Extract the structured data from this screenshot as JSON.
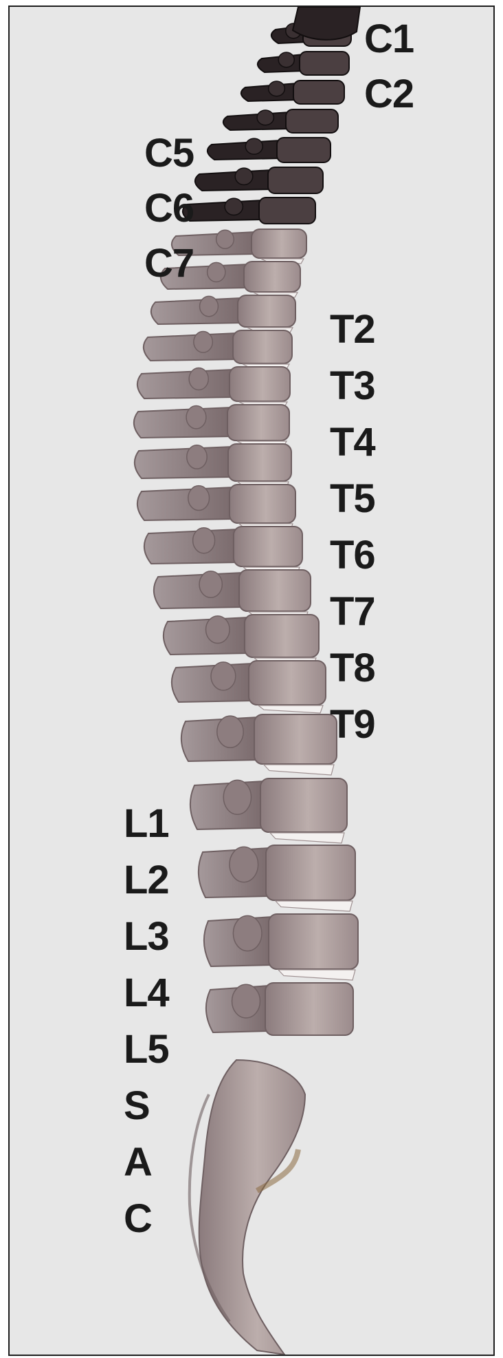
{
  "diagram": {
    "cervical_right_labels": [
      "C1",
      "C2"
    ],
    "cervical_left_labels": [
      "C5",
      "C6",
      "C7"
    ],
    "thoracic_labels": [
      "T2",
      "T3",
      "T4",
      "T5",
      "T6",
      "T7",
      "T8",
      "T9"
    ],
    "lower_labels": [
      "L1",
      "L2",
      "L3",
      "L4",
      "L5",
      "S",
      "A",
      "C"
    ]
  },
  "colors": {
    "background": "#e7e7e7",
    "border": "#1d1d1d",
    "bone": "#b9aaa9",
    "bone_shadow": "#6e5f61",
    "bone_dark": "#2a2224",
    "disc": "#f4f1f0",
    "label": "#1a1a1a"
  }
}
